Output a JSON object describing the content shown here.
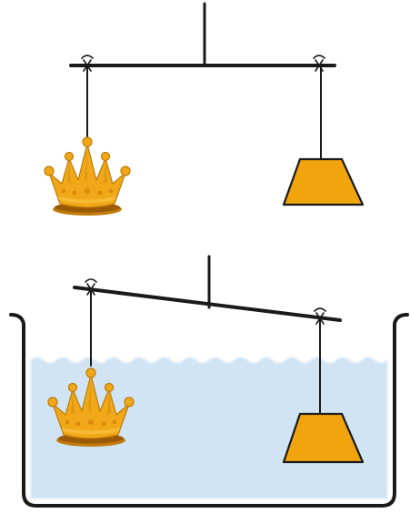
{
  "scene": {
    "top_balance": {
      "state": "balanced",
      "left_load": "crown-icon",
      "right_load": "trapezoid-weight-icon",
      "submerged": false
    },
    "bottom_balance": {
      "state": "tilted",
      "heavier_side": "right",
      "left_load": "crown-icon",
      "right_load": "trapezoid-weight-icon",
      "submerged": true
    }
  },
  "colors": {
    "line": "#1a1a1a",
    "gold": "#f0a818",
    "gold_dark": "#c07a08",
    "gold_highlight": "#f8c848",
    "jewel": "#e88a10",
    "weight": "#f2a40e",
    "water": "#d0e4f4",
    "water_edge": "#e6f0fa",
    "tank": "#1a1a1a"
  }
}
